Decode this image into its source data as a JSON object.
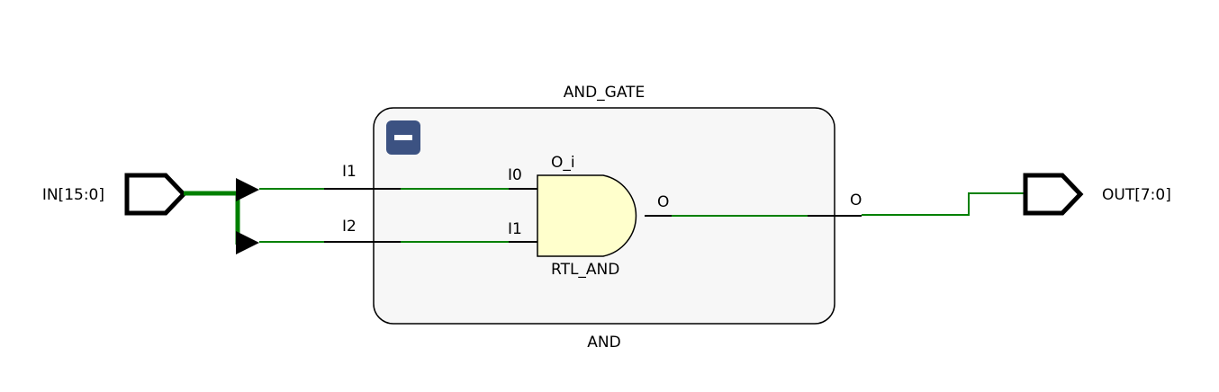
{
  "schematic": {
    "input_port": {
      "label": "IN[15:0]"
    },
    "output_port": {
      "label": "OUT[7:0]"
    },
    "hier_cell": {
      "title": "AND_GATE",
      "ref_name": "AND",
      "collapse_symbol": "minus-icon",
      "pins": {
        "in_top": "I1",
        "in_bottom": "I2",
        "out": "O"
      },
      "fill": "#f7f7f7"
    },
    "gate": {
      "instance": "O_i",
      "type": "RTL_AND",
      "pins": {
        "in_top": "I0",
        "in_bottom": "I1",
        "out": "O"
      },
      "fill": "#ffffcc"
    },
    "colors": {
      "wire": "#008000",
      "collapse_button": "#3c5282",
      "outline": "#000000"
    }
  }
}
